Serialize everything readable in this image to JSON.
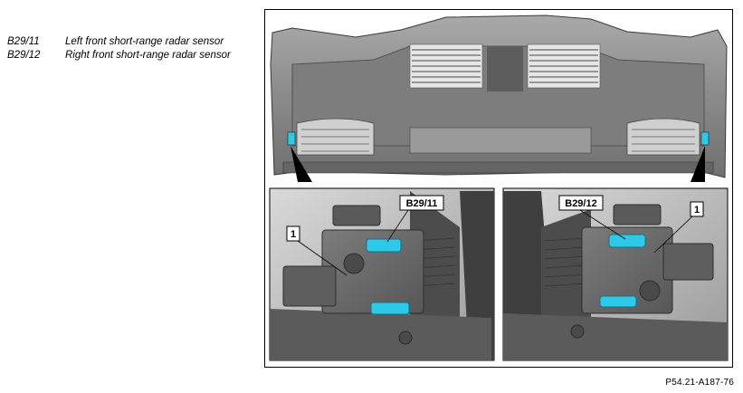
{
  "legend": [
    {
      "code": "B29/11",
      "description": "Left front short-range radar sensor"
    },
    {
      "code": "B29/12",
      "description": "Right front short-range radar sensor"
    }
  ],
  "figure": {
    "left_detail": {
      "label_sensor": "B29/11",
      "label_part": "1"
    },
    "right_detail": {
      "label_sensor": "B29/12",
      "label_part": "1"
    }
  },
  "reference_code": "P54.21-A187-76",
  "colors": {
    "sensor_highlight": "#2ec8e8",
    "part_gray": "#6f6f6f",
    "dark_gray": "#4a4a4a"
  }
}
